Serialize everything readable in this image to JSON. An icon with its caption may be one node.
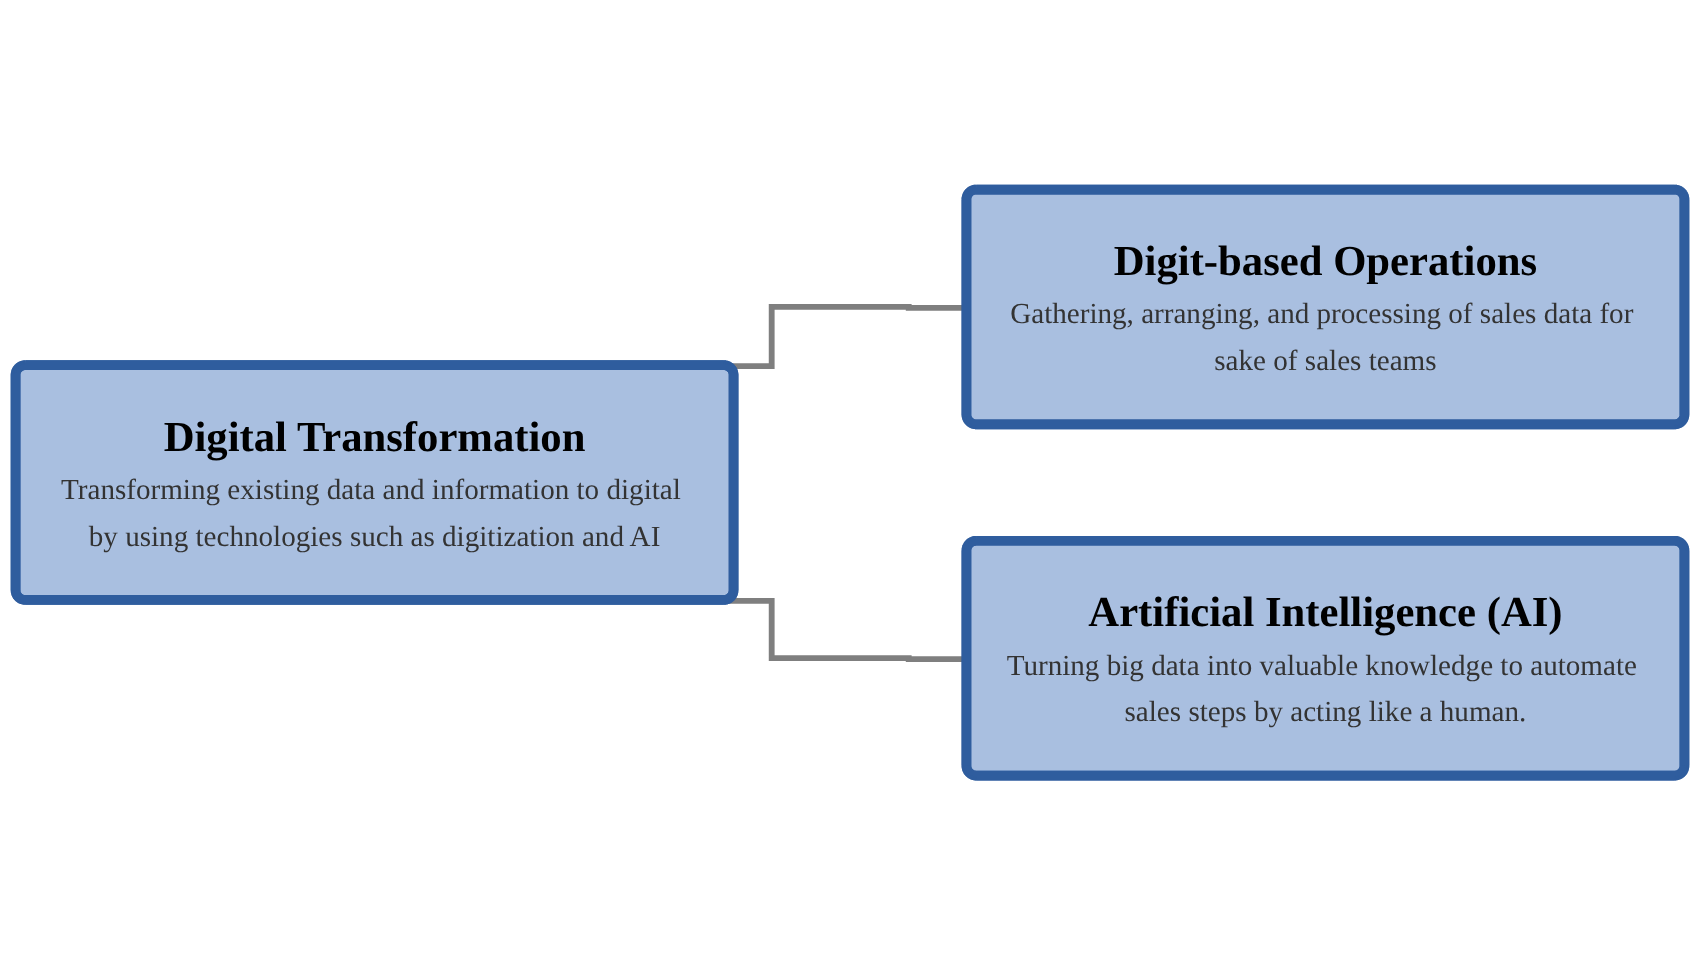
{
  "diagram": {
    "nodes": [
      {
        "text": [
          "Digital Transformation",
          "Transforming existing data and information to digital by using technologies such as digitization and AI"
        ]
      },
      {
        "text": [
          "Digit-based Operations",
          "Gathering, arranging, and processing of sales data for sake of sales teams"
        ]
      },
      {
        "text": [
          "Artificial Intelligence (AI)",
          "Turning big data into valuable knowledge to automate sales steps by acting like a human."
        ]
      }
    ],
    "edges": [
      {
        "from": 0,
        "to": 1,
        "arrow": "none"
      },
      {
        "from": 0,
        "to": 2,
        "arrow": "none"
      }
    ]
  }
}
